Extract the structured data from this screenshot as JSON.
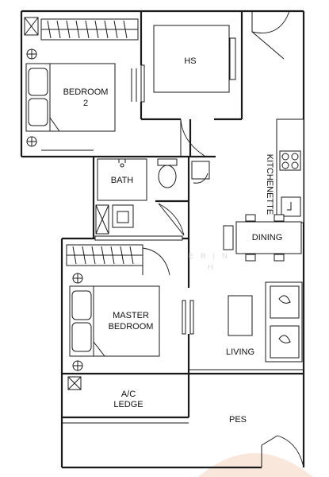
{
  "rooms": {
    "hs": "HS",
    "bedroom2_line1": "BEDROOM",
    "bedroom2_line2": "2",
    "bath": "BATH",
    "kitchenette": "KITCHENETTE",
    "dining": "DINING",
    "master_line1": "MASTER",
    "master_line2": "BEDROOM",
    "living": "LIVING",
    "ac_line1": "A/C",
    "ac_line2": "LEDGE",
    "pes": "PES"
  },
  "watermark": {
    "line1": "ERIN",
    "line2": "H"
  },
  "colors": {
    "wall": "#1a1a1a",
    "logo": "#f6d7c3"
  }
}
